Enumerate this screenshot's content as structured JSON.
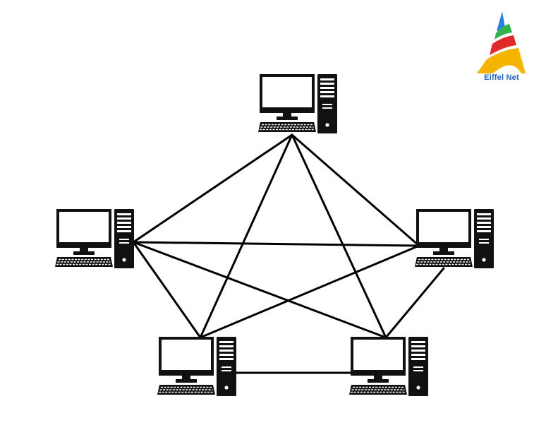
{
  "brand": {
    "logo_name": "eiffel-net-logo",
    "text": "Eiffel Net",
    "colors": {
      "blue": "#2a7de1",
      "green": "#2fb34a",
      "red": "#e02a2a",
      "yellow": "#f5b400",
      "text": "#1f5fbf"
    }
  },
  "topology": {
    "type": "full-mesh",
    "line_color": "#000000",
    "nodes": [
      {
        "id": "pc-top"
      },
      {
        "id": "pc-left"
      },
      {
        "id": "pc-right"
      },
      {
        "id": "pc-bottom-left"
      },
      {
        "id": "pc-bottom-right"
      }
    ],
    "links": [
      [
        "pc-top",
        "pc-left"
      ],
      [
        "pc-top",
        "pc-right"
      ],
      [
        "pc-top",
        "pc-bottom-left"
      ],
      [
        "pc-top",
        "pc-bottom-right"
      ],
      [
        "pc-left",
        "pc-right"
      ],
      [
        "pc-left",
        "pc-bottom-left"
      ],
      [
        "pc-left",
        "pc-bottom-right"
      ],
      [
        "pc-right",
        "pc-bottom-left"
      ],
      [
        "pc-right",
        "pc-bottom-right"
      ],
      [
        "pc-bottom-left",
        "pc-bottom-right"
      ]
    ]
  }
}
